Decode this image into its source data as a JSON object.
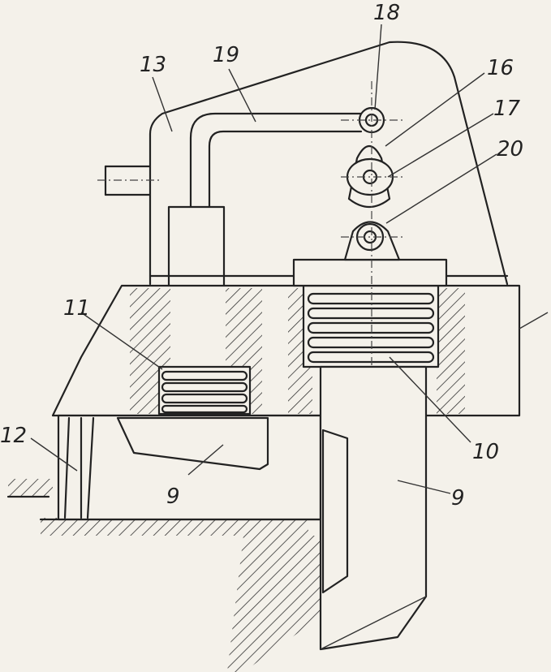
{
  "labels": {
    "l18": "18",
    "l19": "19",
    "l13": "13",
    "l16": "16",
    "l17": "17",
    "l20": "20",
    "l11": "11",
    "l12": "12",
    "l10": "10",
    "l9a": "9",
    "l9b": "9"
  },
  "colors": {
    "ink": "#222222",
    "paper": "#f4f1ea"
  }
}
